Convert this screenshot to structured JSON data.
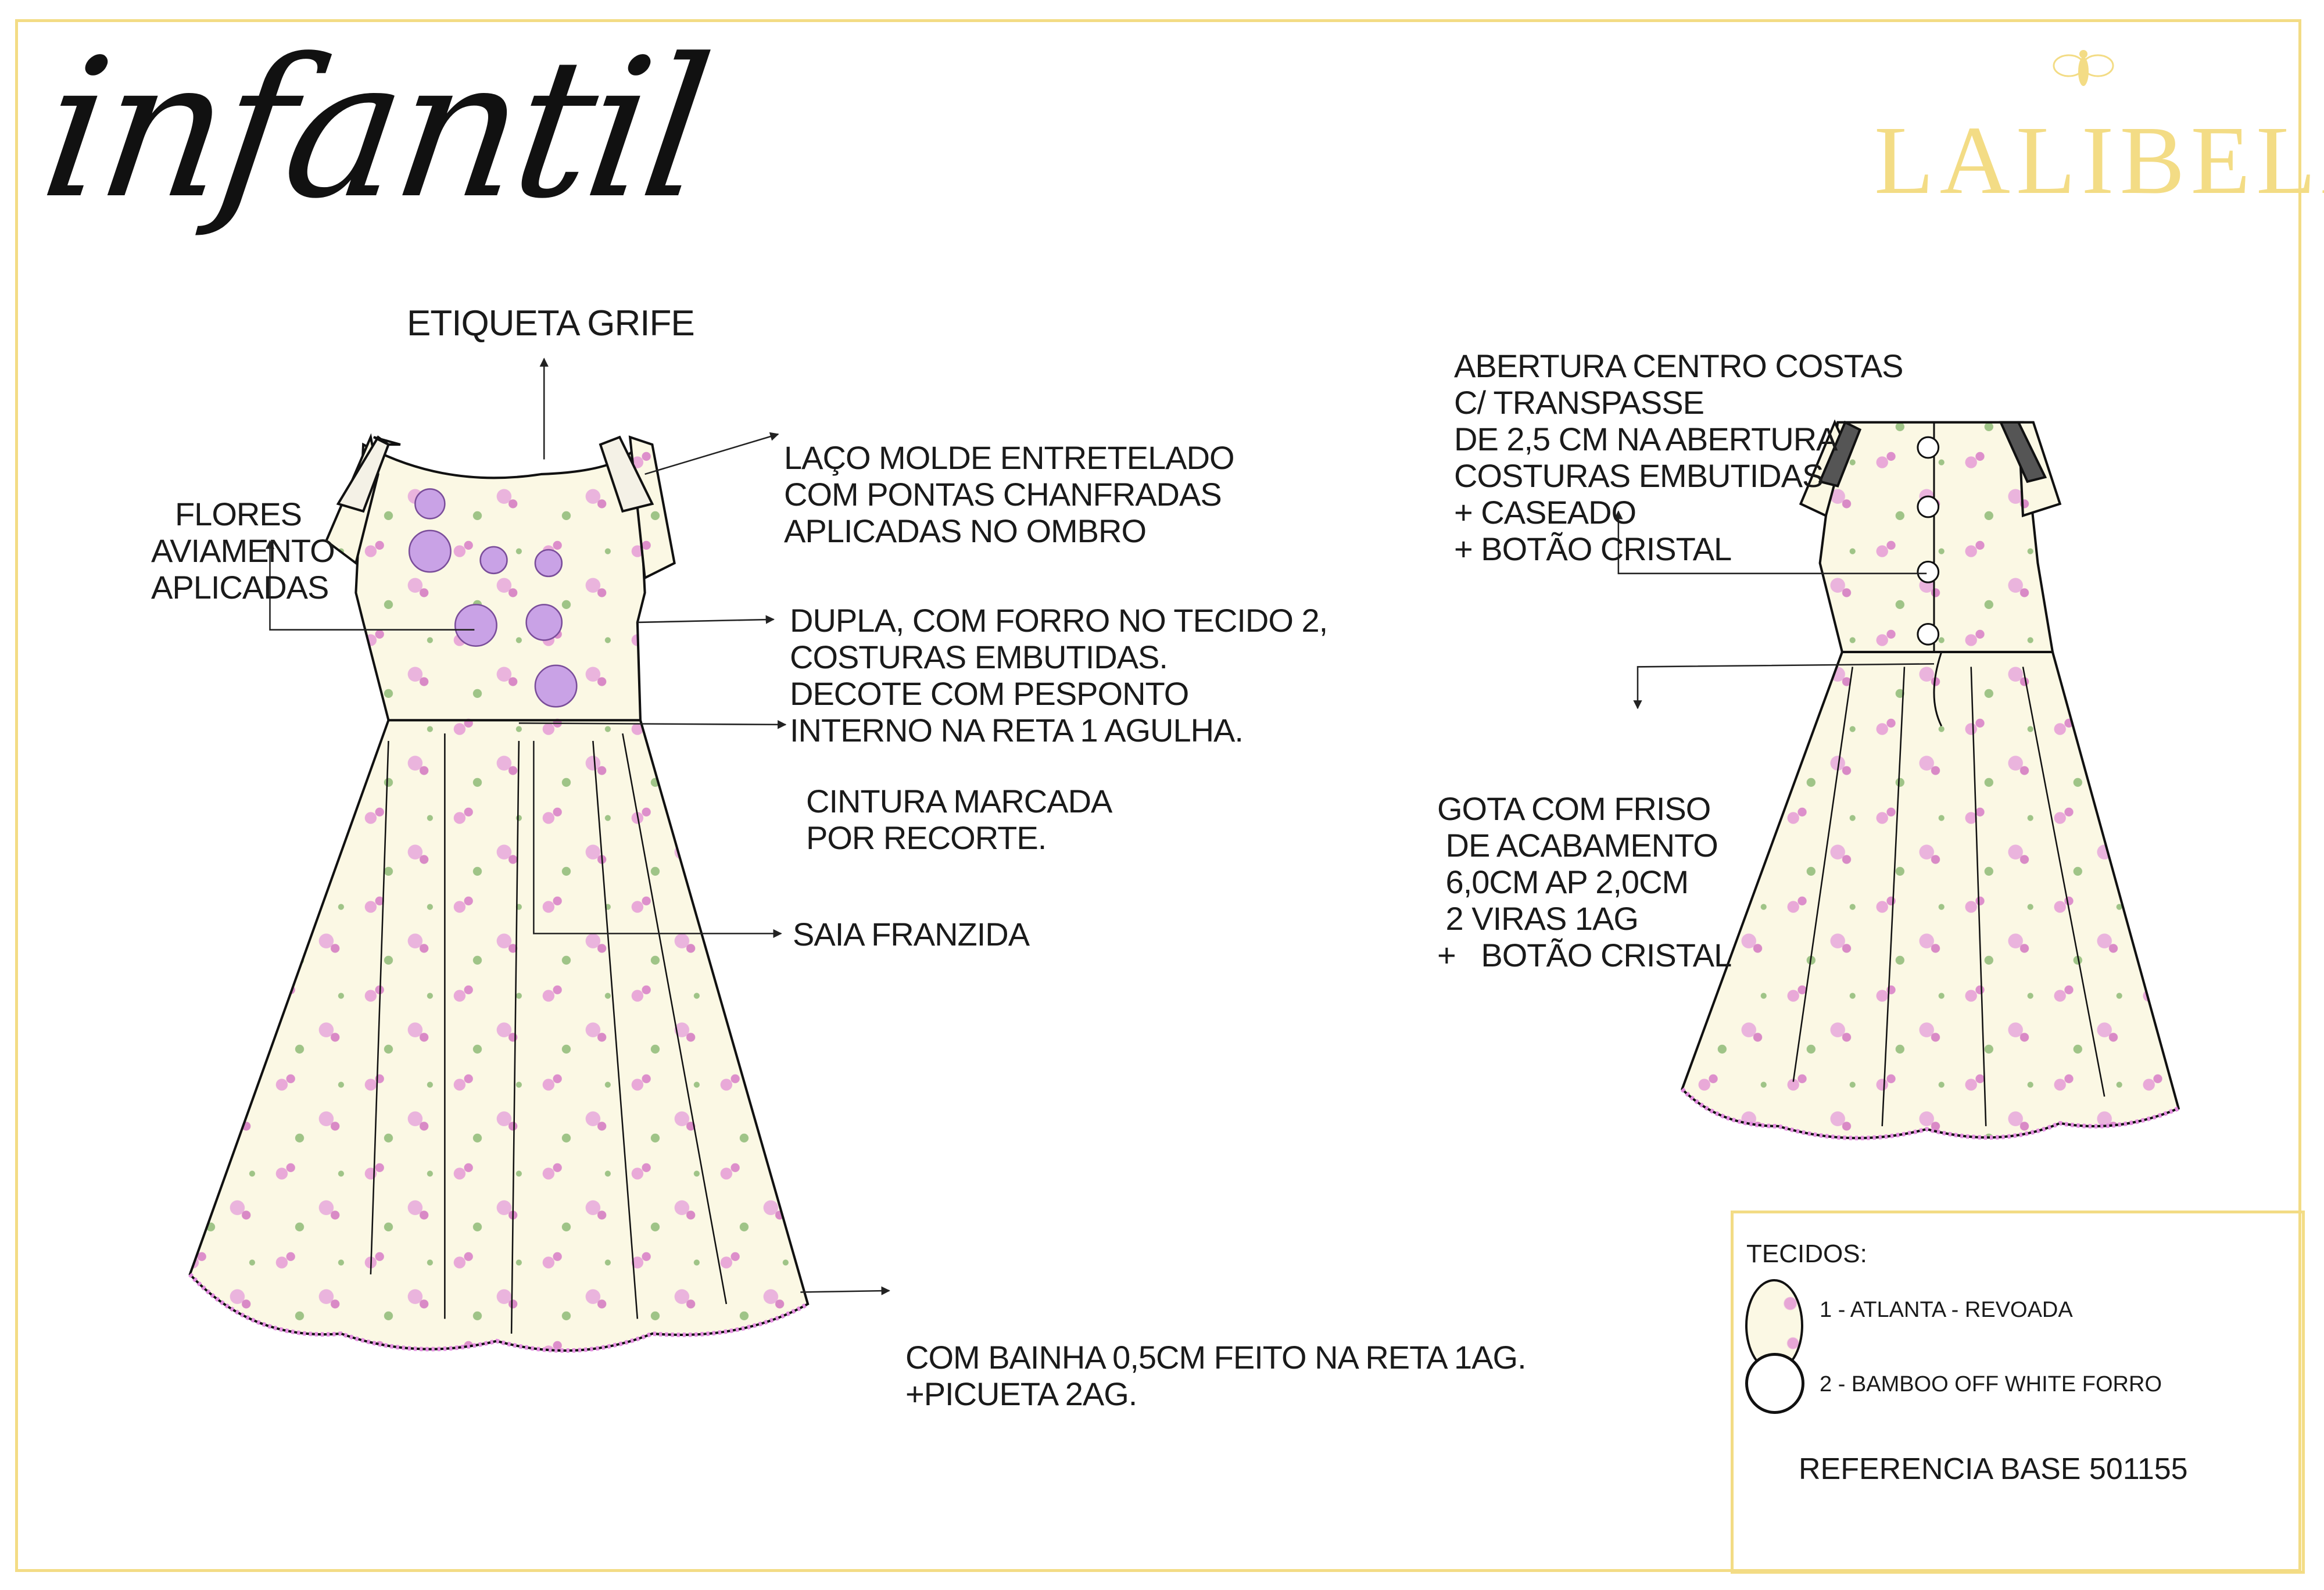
{
  "header": {
    "collection": "infantil",
    "brand": "LALIBELA",
    "brand_color": "#f3dc85"
  },
  "front_notes": {
    "label": "ETIQUETA GRIFE",
    "flowers": [
      "FLORES",
      "AVIAMENTO",
      "APLICADAS"
    ],
    "bow": [
      "LAÇO MOLDE ENTRETELADO",
      "COM PONTAS CHANFRADAS",
      "APLICADAS NO OMBRO"
    ],
    "bodice": [
      "DUPLA, COM FORRO NO TECIDO 2,",
      "COSTURAS EMBUTIDAS.",
      "DECOTE COM PESPONTO",
      "INTERNO NA RETA 1 AGULHA."
    ],
    "waist": [
      "CINTURA MARCADA",
      "POR RECORTE."
    ],
    "skirt": "SAIA FRANZIDA",
    "hem": [
      "COM BAINHA 0,5CM FEITO NA RETA 1AG.",
      "+PICUETA 2AG."
    ]
  },
  "back_notes": {
    "opening": [
      "ABERTURA CENTRO COSTAS",
      "C/ TRANSPASSE",
      "DE 2,5 CM NA ABERTURA",
      "COSTURAS EMBUTIDAS",
      "+ CASEADO",
      "+ BOTÃO CRISTAL"
    ],
    "drop": [
      "GOTA COM FRISO",
      " DE ACABAMENTO",
      " 6,0CM AP 2,0CM",
      " 2 VIRAS 1AG",
      "+   BOTÃO CRISTAL"
    ]
  },
  "fabrics": {
    "title": "TECIDOS:",
    "items": [
      "1 - ATLANTA  - REVOADA",
      "2 - BAMBOO  OFF WHITE FORRO"
    ],
    "reference": "REFERENCIA BASE 501155"
  }
}
